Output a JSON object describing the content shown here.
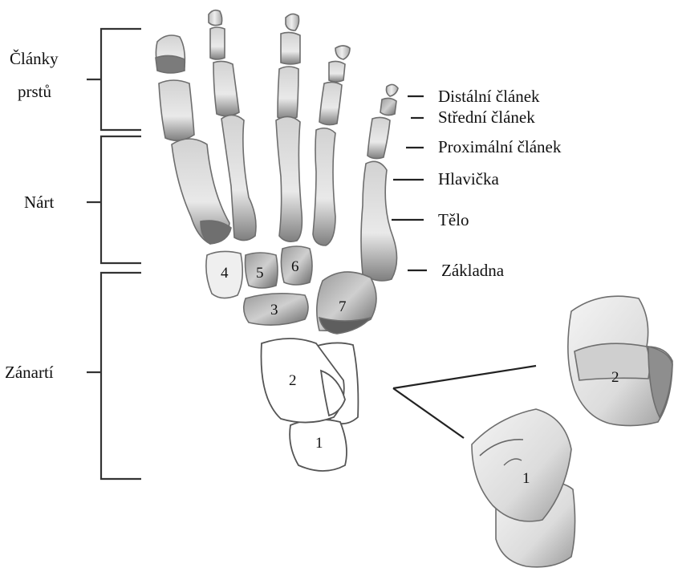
{
  "left_labels": {
    "phalanges_line1": "Články",
    "phalanges_line2": "prstů",
    "metatarsus": "Nárt",
    "tarsus": "Zánartí"
  },
  "right_labels": {
    "distal": "Distální článek",
    "middle": "Střední článek",
    "proximal": "Proximální článek",
    "head": "Hlavička",
    "body": "Tělo",
    "base": "Základna"
  },
  "bone_numbers": {
    "n1": "1",
    "n2": "2",
    "n3": "3",
    "n4": "4",
    "n5": "5",
    "n6": "6",
    "n7": "7",
    "detail_1": "1",
    "detail_2": "2"
  },
  "colors": {
    "bone_light": "#e6e6e6",
    "bone_mid": "#b9b9b9",
    "bone_dark": "#7a7a7a",
    "line": "#333333"
  }
}
